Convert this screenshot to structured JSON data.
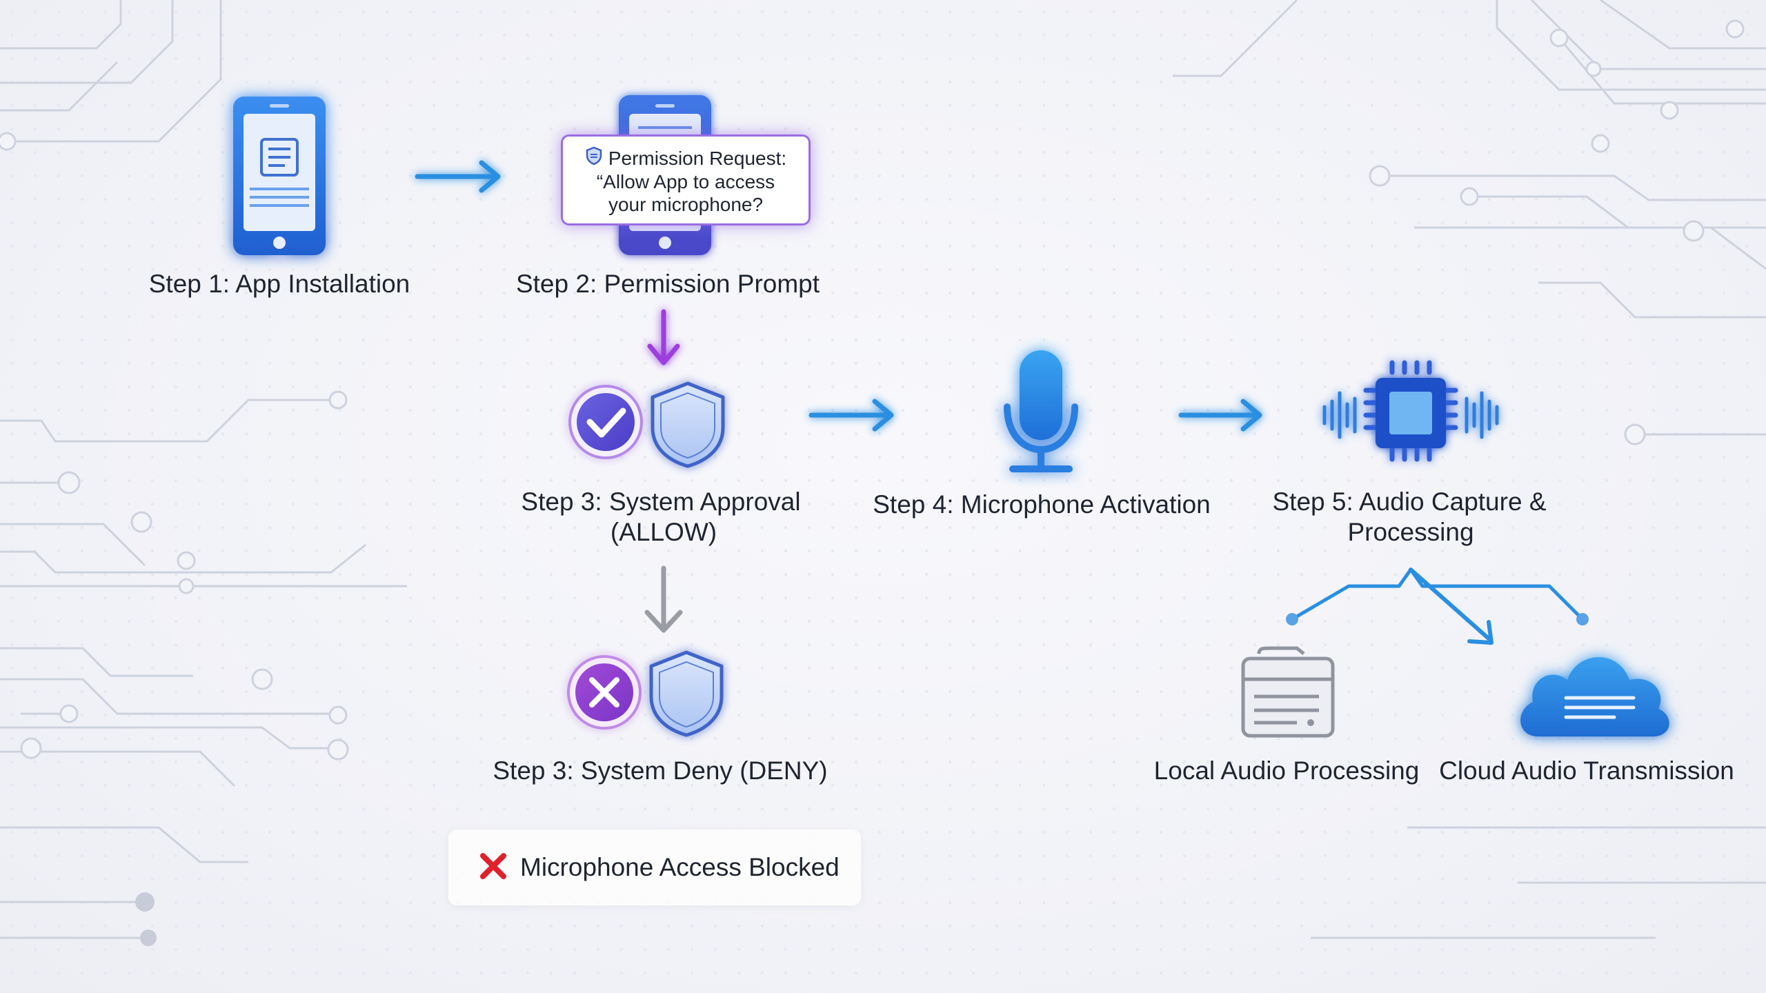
{
  "steps": {
    "step1": {
      "label": "Step 1: App Installation",
      "icon": "smartphone-icon"
    },
    "step2": {
      "label": "Step 2: Permission Prompt",
      "icon": "smartphone-icon"
    },
    "step3_allow": {
      "label_line1": "Step 3: System Approval",
      "label_line2": "(ALLOW)",
      "icon": "check-shield-icon"
    },
    "step3_deny": {
      "label": "Step 3: System Deny (DENY)",
      "icon": "x-shield-icon"
    },
    "step4": {
      "label": "Step 4: Microphone Activation",
      "icon": "microphone-icon"
    },
    "step5": {
      "label_line1": "Step 5: Audio Capture &",
      "label_line2": "Processing",
      "icon": "audio-chip-icon"
    }
  },
  "permission_prompt": {
    "title": "Permission Request:",
    "line2": "“Allow App to access",
    "line3": "your microphone?"
  },
  "outputs": {
    "local": {
      "label": "Local Audio Processing",
      "icon": "storage-server-icon"
    },
    "cloud": {
      "label": "Cloud Audio Transmission",
      "icon": "cloud-icon"
    }
  },
  "blocked": {
    "label": "Microphone Access Blocked",
    "icon": "red-x-icon"
  },
  "colors": {
    "blue": "#2a8fe0",
    "purple": "#9b40dc",
    "gray_arrow": "#9a9da3",
    "red": "#e0202a",
    "text": "#1f2530",
    "circuit": "#cfd3de"
  }
}
